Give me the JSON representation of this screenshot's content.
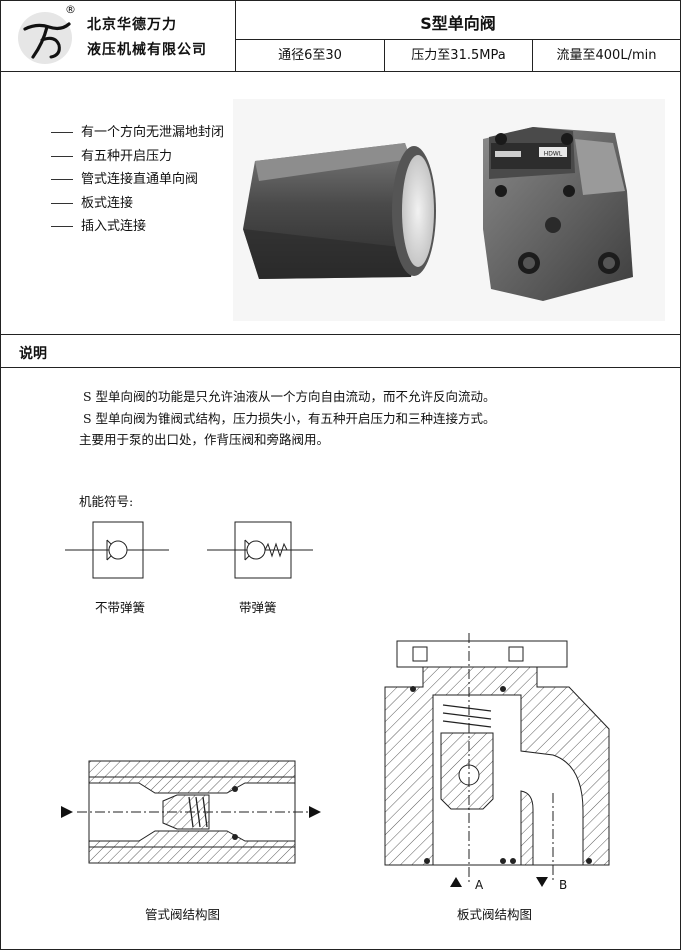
{
  "header": {
    "registered_mark": "®",
    "company_line1": "北京华德万力",
    "company_line2": "液压机械有限公司",
    "title": "S型单向阀",
    "specs": [
      "通径6至30",
      "压力至31.5MPa",
      "流量至400L/min"
    ]
  },
  "features": [
    "有一个方向无泄漏地封闭",
    "有五种开启压力",
    "管式连接直通单向阀",
    "板式连接",
    "插入式连接"
  ],
  "section_label": "说明",
  "description": [
    "S 型单向阀的功能是只允许油液从一个方向自由流动，而不允许反向流动。",
    "S 型单向阀为锥阀式结构，压力损失小，有五种开启压力和三种连接方式。",
    "主要用于泵的出口处，作背压阀和旁路阀用。"
  ],
  "symbols": {
    "title": "机能符号:",
    "without_spring": "不带弹簧",
    "with_spring": "带弹簧"
  },
  "drawings": {
    "tube_caption": "管式阀结构图",
    "plate_caption": "板式阀结构图",
    "port_a": "A",
    "port_b": "B"
  },
  "photo_plate_label": "HDWL"
}
